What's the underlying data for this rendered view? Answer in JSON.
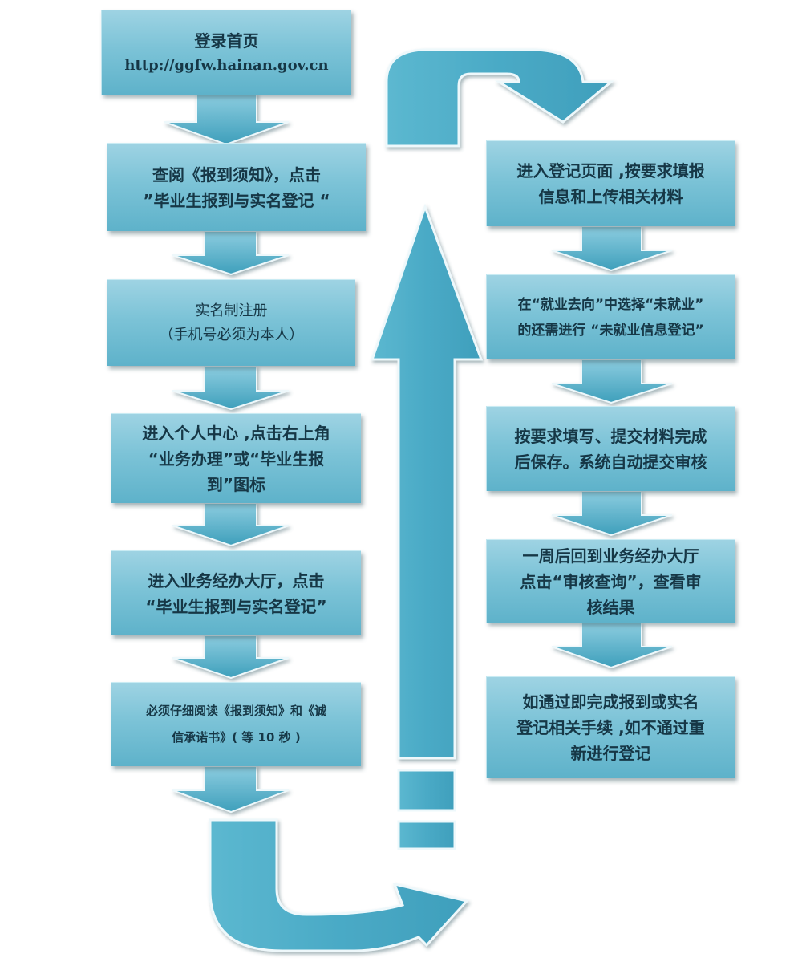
{
  "left_steps": [
    {
      "lines": [
        "登录首页",
        "http://ggfw.hainan.gov.cn"
      ]
    },
    {
      "lines": [
        "查阅《报到须知》，点击",
        "”毕业生报到与实名登记 “"
      ]
    },
    {
      "lines": [
        "实名制注册",
        "（手机号必须为本人）"
      ]
    },
    {
      "lines": [
        "进入个人中心 ,点击右上角",
        "“业务办理”或“毕业生报",
        "到”图标"
      ]
    },
    {
      "lines": [
        "进入业务经办大厅，点击",
        "“毕业生报到与实名登记”"
      ]
    },
    {
      "lines": [
        "必须仔细阅读《报到须知》和《诚",
        "信承诺书》( 等 10 秒 )"
      ]
    }
  ],
  "right_steps": [
    {
      "lines": [
        "进入登记页面 ,按要求填报",
        "信息和上传相关材料"
      ]
    },
    {
      "lines": [
        "在“就业去向”中选择“未就业”",
        "的还需进行 “未就业信息登记”"
      ]
    },
    {
      "lines": [
        "按要求填写、提交材料完成",
        "后保存。系统自动提交审核"
      ]
    },
    {
      "lines": [
        "一周后回到业务经办大厅",
        "点击“审核查询”，查看审",
        "核结果"
      ]
    },
    {
      "lines": [
        "如通过即完成报到或实名",
        "登记相关手续 ,如不通过重",
        "新进行登记"
      ]
    }
  ],
  "colors": {
    "box_top": "#9ed3e3",
    "box_bottom": "#5eb2ca",
    "arrow_fill": "#5ab1c8",
    "arrow_stroke": "#eef8fb",
    "big_arrow_fill": "#4faec9",
    "text": "#163746"
  }
}
